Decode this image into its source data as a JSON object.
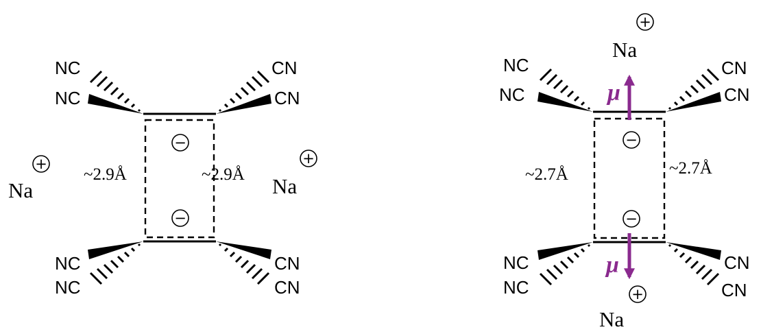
{
  "left": {
    "distance_left": "~2.9Å",
    "distance_right": "~2.9Å",
    "cation_left": "Na",
    "cation_right": "Na",
    "group_upper_left_1": "NC",
    "group_upper_left_2": "NC",
    "group_upper_right_1": "CN",
    "group_upper_right_2": "CN",
    "group_lower_left_1": "NC",
    "group_lower_left_2": "NC",
    "group_lower_right_1": "CN",
    "group_lower_right_2": "CN"
  },
  "right": {
    "distance_left": "~2.7Å",
    "distance_right": "~2.7Å",
    "cation_top": "Na",
    "cation_bottom": "Na",
    "dipole_top": "μ",
    "dipole_bottom": "μ",
    "group_upper_left_1": "NC",
    "group_upper_left_2": "NC",
    "group_upper_right_1": "CN",
    "group_upper_right_2": "CN",
    "group_lower_left_1": "NC",
    "group_lower_left_2": "NC",
    "group_lower_right_1": "CN",
    "group_lower_right_2": "CN"
  },
  "symbols": {
    "plus": "+",
    "minus": "−"
  },
  "colors": {
    "dipole_arrow": "#8a2a8e",
    "ink": "#000000"
  }
}
